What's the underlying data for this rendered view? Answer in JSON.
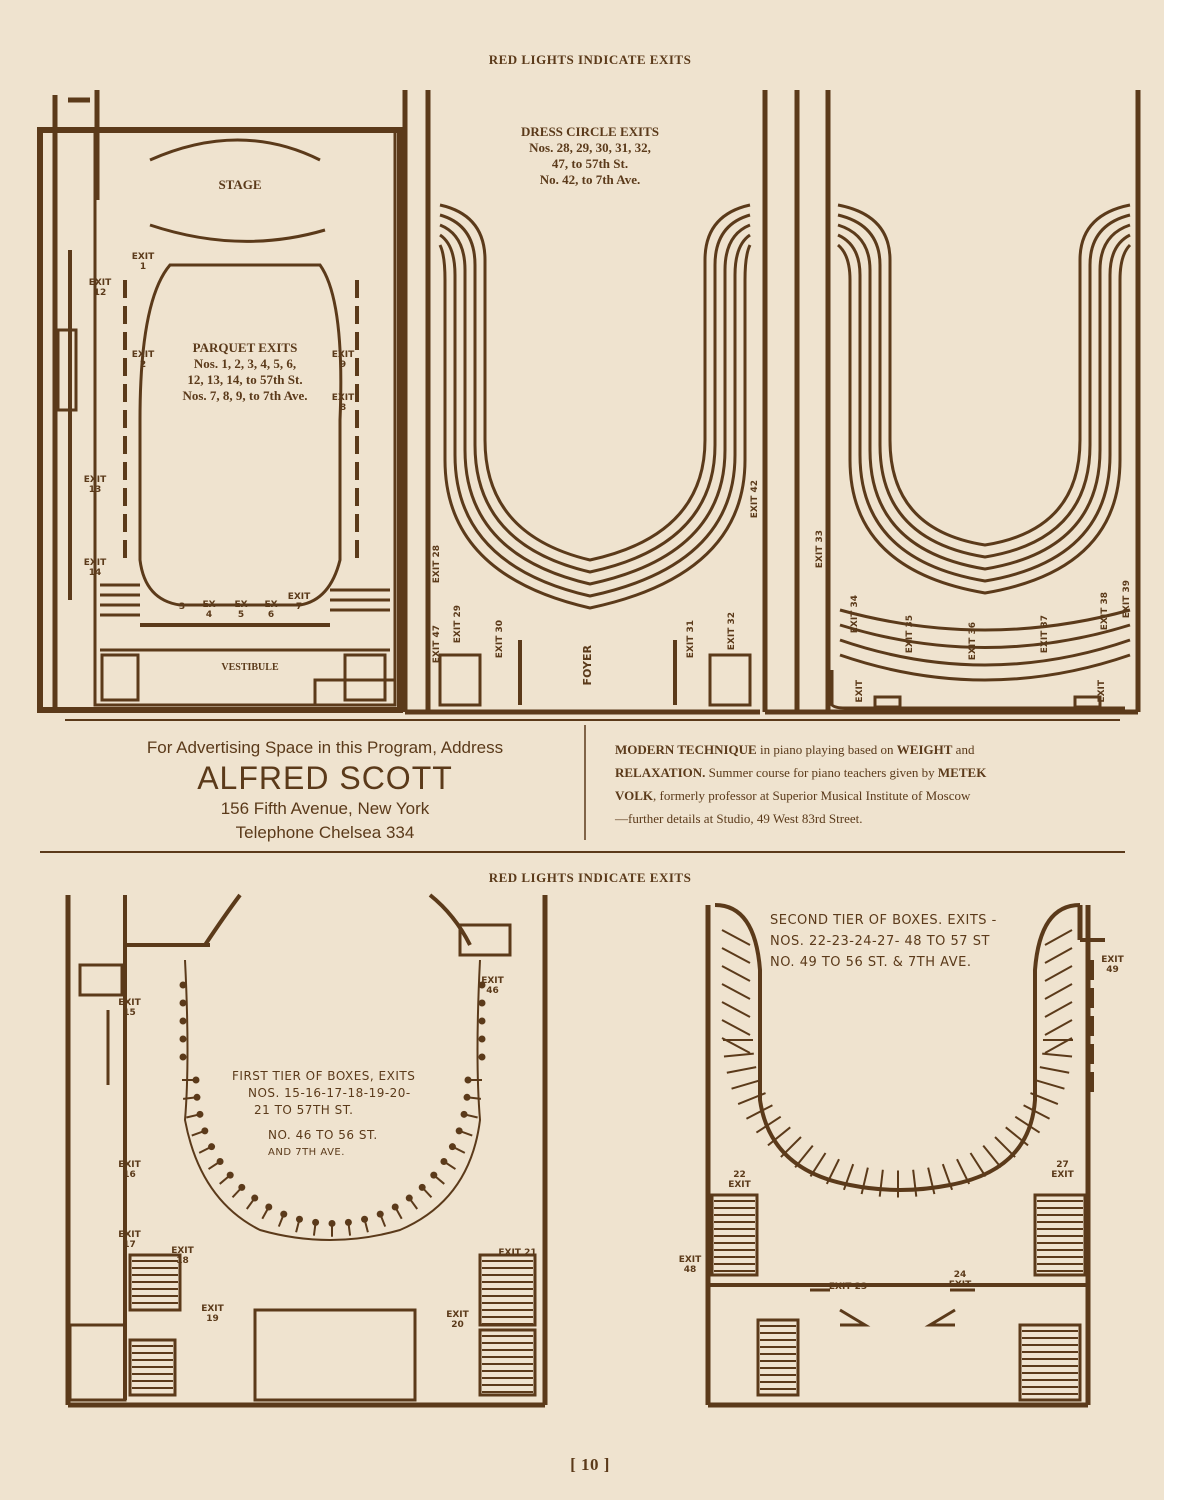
{
  "header_top": "RED LIGHTS INDICATE EXITS",
  "header_mid": "RED LIGHTS INDICATE EXITS",
  "page_number": "[ 10 ]",
  "parquet": {
    "stage": "STAGE",
    "vestibule": "VESTIBULE",
    "title": "PARQUET EXITS",
    "lines": [
      "Nos. 1, 2, 3, 4, 5, 6,",
      "12, 13, 14, to 57th St.",
      "Nos. 7, 8, 9, to 7th Ave."
    ],
    "exits": {
      "e1": "EXIT\n1",
      "e2": "EXIT\n2",
      "e3": "3",
      "e4": "EX\n4",
      "e5": "EX\n5",
      "e6": "EX\n6",
      "e7": "EXIT\n7",
      "e8": "EXIT\n8",
      "e9": "EXIT\n9",
      "e12": "EXIT\n12",
      "e13": "EXIT\n13",
      "e14": "EXIT\n14"
    }
  },
  "dress_circle": {
    "title": "DRESS CIRCLE EXITS",
    "lines": [
      "Nos. 28, 29, 30, 31, 32,",
      "47, to 57th St.",
      "No. 42, to 7th Ave."
    ],
    "foyer": "FOYER",
    "exits": {
      "e28": "EXIT 28",
      "e29": "EXIT 29",
      "e30": "EXIT 30",
      "e31": "EXIT 31",
      "e32": "EXIT 32",
      "e42": "EXIT 42",
      "e47": "EXIT 47"
    }
  },
  "balcony": {
    "exits": {
      "e33": "EXIT 33",
      "e34": "EXIT 34",
      "e35": "EXIT 35",
      "e36": "EXIT 36",
      "e37": "EXIT 37",
      "e38": "EXIT 38",
      "e39": "EXIT 39",
      "ex": "EXIT"
    }
  },
  "ad_scott": {
    "line1": "For Advertising Space in this Program, Address",
    "name": "ALFRED SCOTT",
    "address": "156 Fifth Avenue, New York",
    "phone": "Telephone Chelsea 334"
  },
  "ad_volk": {
    "w1": "MODERN TECHNIQUE",
    "t1": " in piano playing based on ",
    "w2": "WEIGHT",
    "t2": " and",
    "w3": "RELAXATION.",
    "t3": " Summer course for piano teachers given by ",
    "w4": "METEK",
    "w5": "VOLK",
    "t4": ", formerly professor at Superior Musical Institute of Moscow",
    "t5": "—further details at Studio, 49 West 83rd Street."
  },
  "first_tier": {
    "lines": [
      "FIRST TIER OF BOXES, EXITS",
      "NOS. 15-16-17-18-19-20-",
      "21 TO 57TH ST.",
      "NO. 46 TO 56 ST.",
      "AND 7TH AVE."
    ],
    "exits": {
      "e15": "EXIT\n15",
      "e16": "EXIT\n16",
      "e17": "EXIT\n17",
      "e18": "EXIT\n18",
      "e19": "EXIT\n19",
      "e20": "EXIT\n20",
      "e21": "EXIT 21",
      "e46": "EXIT\n46"
    }
  },
  "second_tier": {
    "lines": [
      "SECOND TIER OF BOXES. EXITS -",
      "NOS. 22-23-24-27- 48 TO 57 ST",
      "NO. 49 TO 56 ST. & 7TH AVE."
    ],
    "exits": {
      "e22": "22\nEXIT",
      "e23": "EXIT 23",
      "e24": "24\nEXIT",
      "e27": "27\nEXIT",
      "e48": "EXIT\n48",
      "e49": "EXIT\n49"
    }
  }
}
